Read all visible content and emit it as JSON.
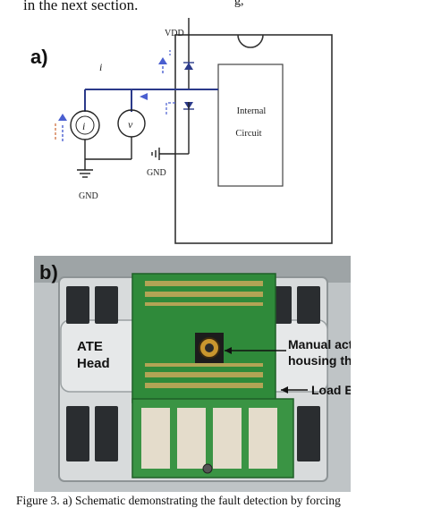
{
  "header_text": "in the next section.",
  "header_fragment": "g,",
  "schematic": {
    "panel_label": "a)",
    "vdd_label": "VDD",
    "gnd_label_top": "GND",
    "gnd_label_bottom": "GND",
    "current_label": "i",
    "source_current_label": "i",
    "source_voltage_label": "v",
    "internal_label_1": "Internal",
    "internal_label_2": "Circuit",
    "wire_color": "#2b3a8a",
    "arrow_color": "#4a5fd0"
  },
  "photo": {
    "panel_label": "b)",
    "ate_label_1": "ATE",
    "ate_label_2": "Head",
    "actuator_label_1": "Manual actuator",
    "actuator_label_2": "housing the DUT",
    "loadboard_label": "Load Board",
    "board_color": "#2f8a3a"
  },
  "caption": "Figure 3.  a) Schematic demonstrating the fault detection by forcing"
}
